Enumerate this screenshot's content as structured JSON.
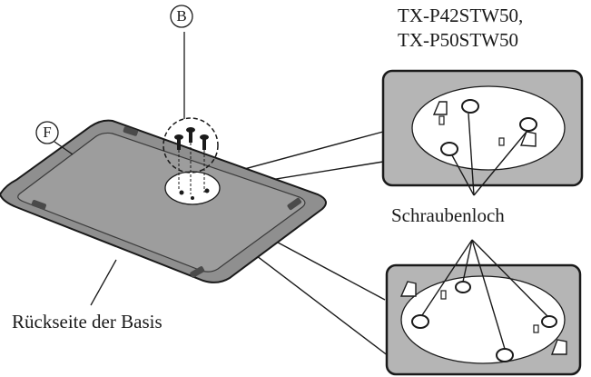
{
  "models": [
    "TX-P42STW50,",
    "TX-P50STW50"
  ],
  "labels": {
    "screw_hole": "Schraubenloch",
    "base_back": "Rückseite der Basis",
    "part_b": "B",
    "part_f": "F"
  },
  "colors": {
    "line": "#1a1a1a",
    "panel_fill": "#b5b5b5",
    "base_fill": "#9a9a9a",
    "base_inner": "#8c8c8c",
    "ellipse_fill": "#ffffff"
  }
}
